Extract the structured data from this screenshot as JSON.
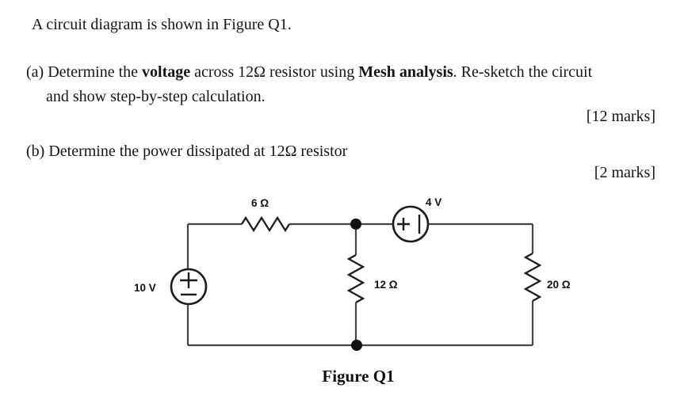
{
  "intro": "A circuit diagram is shown in Figure Q1.",
  "question_a": {
    "label": "(a)",
    "seg_1": "Determine the ",
    "seg_2_bold": "voltage",
    "seg_3": " across 12Ω resistor using ",
    "seg_4_bold": "Mesh analysis",
    "seg_5": ". Re-sketch the circuit",
    "line2": "and show step-by-step calculation.",
    "marks": "[12 marks]"
  },
  "question_b": {
    "label": "(b)",
    "text": "Determine the power dissipated at 12Ω resistor",
    "marks": "[2 marks]"
  },
  "figure": {
    "caption": "Figure Q1",
    "components": {
      "resistor_top": {
        "label": "6 Ω",
        "value_ohms": 6
      },
      "source_right": {
        "label": "4 V",
        "value_volts": 4,
        "plus": "+"
      },
      "source_left": {
        "label": "10 V",
        "value_volts": 10,
        "plus": "+",
        "minus": "−"
      },
      "resistor_middle": {
        "label": "12 Ω",
        "value_ohms": 12
      },
      "resistor_right": {
        "label": "20 Ω",
        "value_ohms": 20
      }
    },
    "colors": {
      "wire": "#454545",
      "component": "#1d1d1d",
      "label_text": "#111111"
    }
  }
}
